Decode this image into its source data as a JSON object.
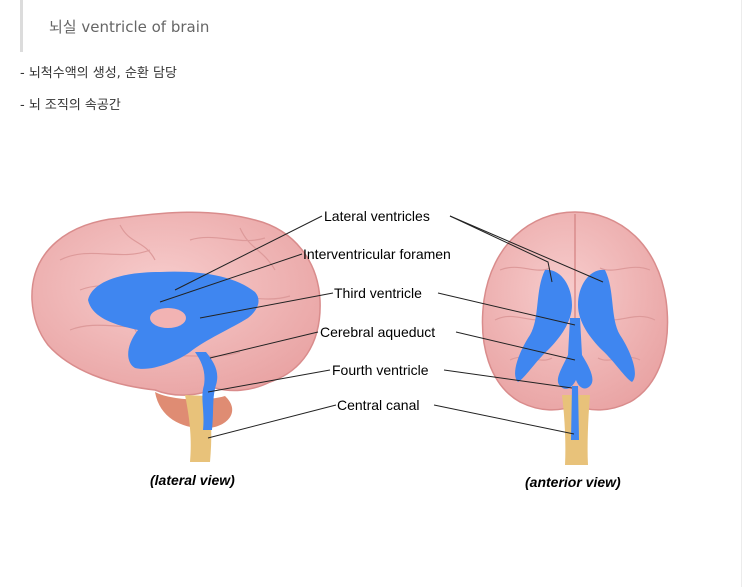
{
  "quote": {
    "text": "뇌실 ventricle of brain"
  },
  "bullets": [
    "- 뇌척수액의 생성, 순환 담당",
    "- 뇌 조직의 속공간"
  ],
  "figure": {
    "labels": {
      "lateral_ventricles": "Lateral ventricles",
      "interventricular_foramen": "Interventricular foramen",
      "third_ventricle": "Third ventricle",
      "cerebral_aqueduct": "Cerebral aqueduct",
      "fourth_ventricle": "Fourth ventricle",
      "central_canal": "Central canal"
    },
    "views": {
      "lateral": "(lateral view)",
      "anterior": "(anterior view)"
    },
    "colors": {
      "brain": "#f2b3b3",
      "brain_edge": "#d98c8c",
      "ventricle": "#3f86f0",
      "brainstem": "#e8c27a",
      "cerebellum": "#d9785a"
    }
  }
}
